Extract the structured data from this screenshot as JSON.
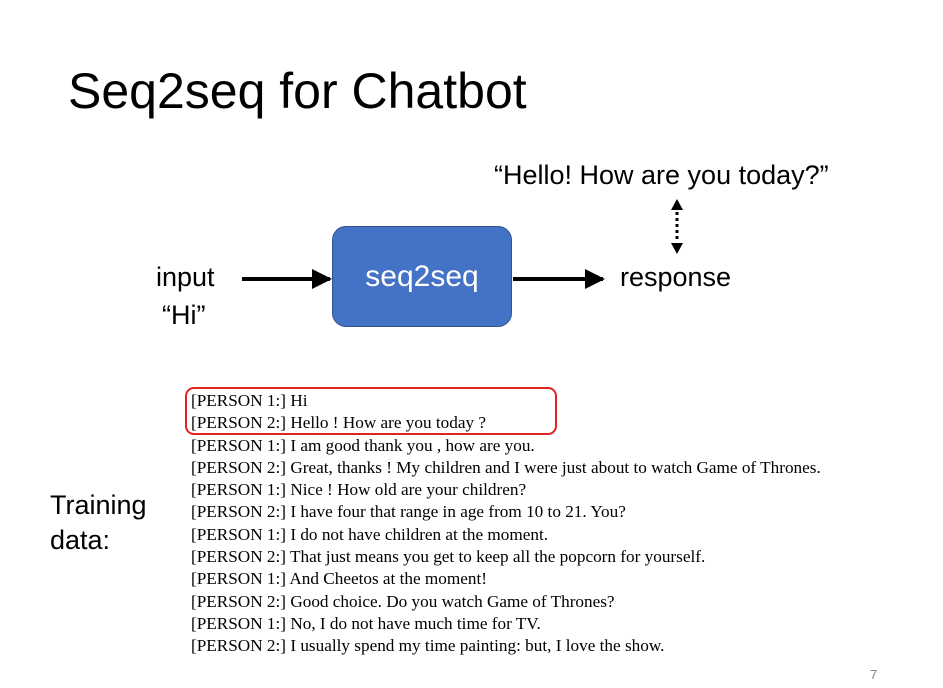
{
  "slide": {
    "title": "Seq2seq for Chatbot",
    "page_number": "7"
  },
  "diagram": {
    "input_label": "input",
    "input_example": "“Hi”",
    "model_label": "seq2seq",
    "response_label": "response",
    "response_example": "“Hello! How are you today?”",
    "model_color": "#4472c4"
  },
  "training": {
    "label_line1": "Training",
    "label_line2": "data:",
    "highlight_color": "#e32222",
    "lines": [
      "[PERSON 1:] Hi",
      "[PERSON 2:] Hello ! How are you today ?",
      "[PERSON 1:] I am good thank you , how are you.",
      "[PERSON 2:] Great, thanks ! My children and I were just about to watch Game of Thrones.",
      "[PERSON 1:] Nice ! How old are your children?",
      "[PERSON 2:] I have four that range in age from 10 to 21. You?",
      "[PERSON 1:] I do not have children at the moment.",
      "[PERSON 2:] That just means you get to keep all the popcorn for yourself.",
      "[PERSON 1:] And Cheetos at the moment!",
      "[PERSON 2:] Good choice. Do you watch Game of Thrones?",
      "[PERSON 1:] No, I do not have much time for TV.",
      "[PERSON 2:] I usually spend my time painting: but, I love the show."
    ]
  }
}
